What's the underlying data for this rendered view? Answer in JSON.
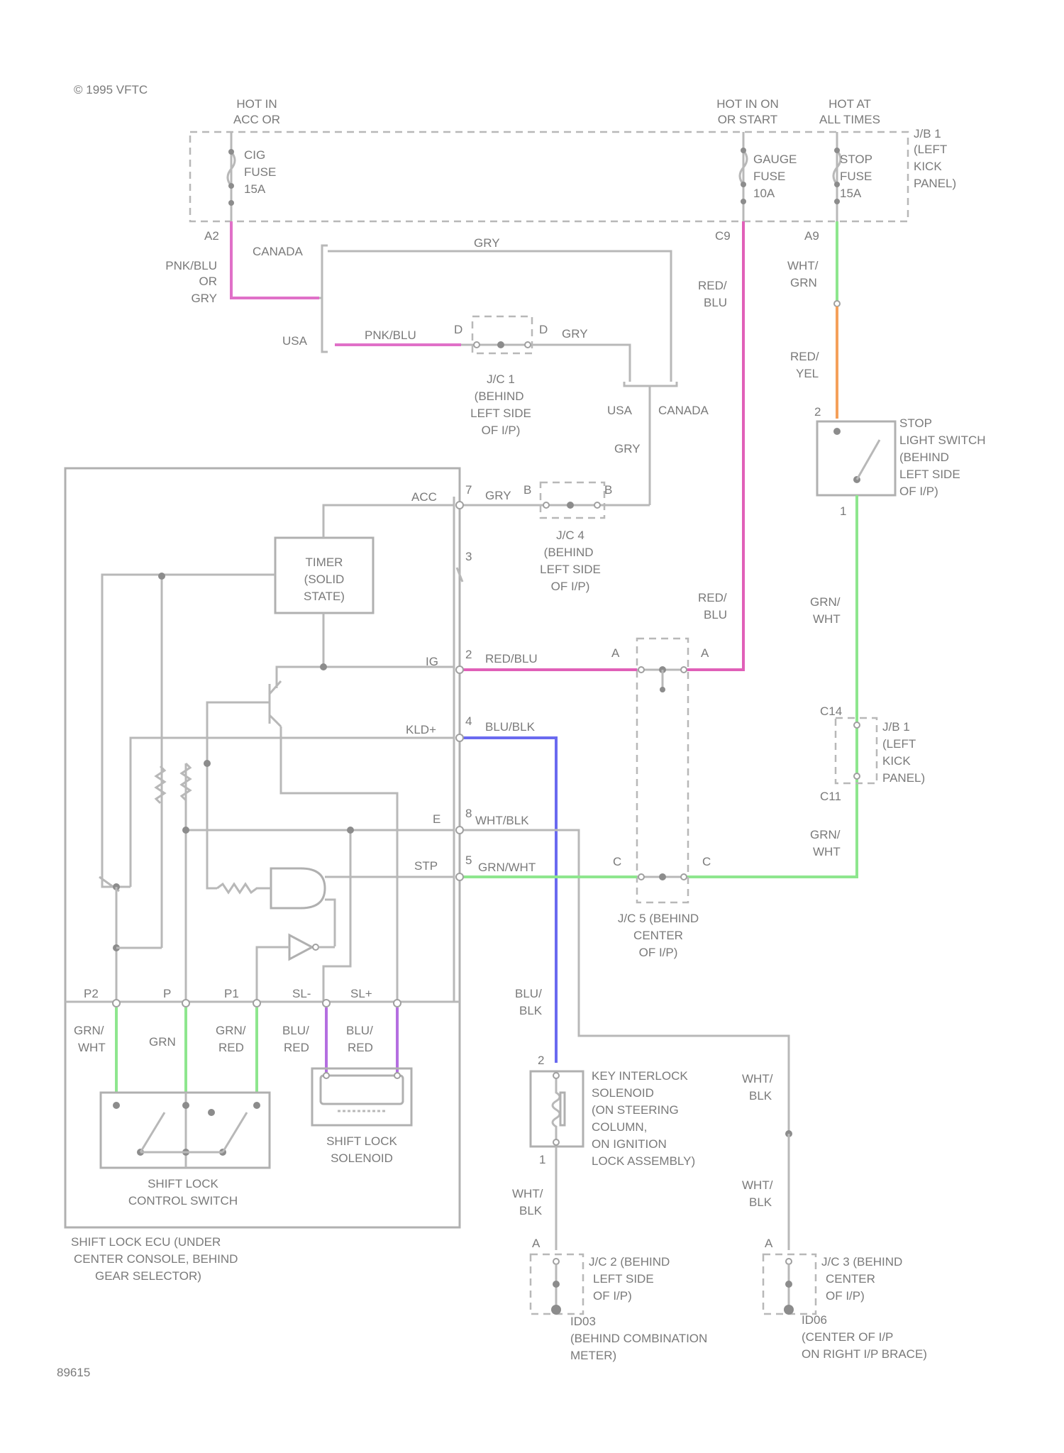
{
  "header": {
    "copyright": "© 1995 VFTC"
  },
  "footer": {
    "figure_id": "89615"
  },
  "colors": {
    "wire": "#b8b8b8",
    "pink": "#e070c8",
    "red_blu": "#e060b8",
    "blu_blk": "#6a6af0",
    "green": "#8ee68e",
    "orange": "#f5a05a",
    "purple": "#b46ee0",
    "text": "#7a7a7a"
  },
  "power": {
    "hot_acc": [
      "HOT IN",
      "ACC OR"
    ],
    "hot_start": [
      "HOT IN ON",
      "OR START"
    ],
    "hot_always": [
      "HOT AT",
      "ALL TIMES"
    ],
    "jb_label": [
      "J/B 1",
      "(LEFT",
      "KICK",
      "PANEL)"
    ],
    "cig_fuse": [
      "CIG",
      "FUSE",
      "15A"
    ],
    "gauge_fuse": [
      "GAUGE",
      "FUSE",
      "10A"
    ],
    "stop_fuse": [
      "STOP",
      "FUSE",
      "15A"
    ],
    "term_a2": "A2",
    "term_c9": "C9",
    "term_a9": "A9"
  },
  "wires": {
    "pnk_blu_or_gry": [
      "PNK/BLU",
      "OR",
      "GRY"
    ],
    "canada": "CANADA",
    "usa": "USA",
    "gry": "GRY",
    "pnk_blu": "PNK/BLU",
    "red_blu": [
      "RED/",
      "BLU"
    ],
    "red_blu_upper": [
      "RED/",
      "BLU"
    ],
    "wht_grn": [
      "WHT/",
      "GRN"
    ],
    "red_yel": [
      "RED/",
      "YEL"
    ],
    "grn_wht": [
      "GRN/",
      "WHT"
    ],
    "grn_wht_lower": [
      "GRN/",
      "WHT"
    ],
    "blu_blk": [
      "BLU/",
      "BLK"
    ],
    "wht_blk_right": [
      "WHT/",
      "BLK"
    ],
    "wht_blk_right2": [
      "WHT/",
      "BLK"
    ],
    "wht_blk_left": [
      "WHT/",
      "BLK"
    ]
  },
  "junctions": {
    "jc1": [
      "J/C 1",
      "(BEHIND",
      "LEFT SIDE",
      "OF I/P)"
    ],
    "jc1_term_d": "D",
    "jc4": [
      "J/C 4",
      "(BEHIND",
      "LEFT SIDE",
      "OF I/P)"
    ],
    "jc4_term_b": "B",
    "jc5": [
      "J/C 5 (BEHIND",
      "CENTER",
      "OF I/P)"
    ],
    "jc5_term_a": "A",
    "jc5_term_c": "C",
    "jb1_lower": [
      "J/B 1",
      "(LEFT",
      "KICK",
      "PANEL)"
    ],
    "jb1_c14": "C14",
    "jb1_c11": "C11",
    "jc2": [
      "J/C 2 (BEHIND",
      "LEFT SIDE",
      "OF I/P)"
    ],
    "jc3": [
      "J/C 3 (BEHIND",
      "CENTER",
      "OF I/P)"
    ],
    "ground_left": [
      "ID03",
      "(BEHIND COMBINATION",
      "METER)"
    ],
    "ground_right": [
      "ID06",
      "(CENTER OF I/P",
      "ON RIGHT I/P BRACE)"
    ],
    "term_a": "A"
  },
  "usa_canada_split": {
    "usa": "USA",
    "canada": "CANADA"
  },
  "stop_switch": {
    "label": [
      "STOP",
      "LIGHT SWITCH",
      "(BEHIND",
      "LEFT SIDE",
      "OF I/P)"
    ],
    "pin_top": "2",
    "pin_bottom": "1"
  },
  "ecu": {
    "label": [
      "SHIFT LOCK ECU (UNDER",
      "CENTER CONSOLE, BEHIND",
      "GEAR SELECTOR)"
    ],
    "timer": [
      "TIMER",
      "(SOLID",
      "STATE)"
    ],
    "pins": [
      {
        "name": "ACC",
        "num": "7",
        "wire": "GRY"
      },
      {
        "name": "IG",
        "num": "2",
        "wire": "RED/BLU"
      },
      {
        "name": "KLD+",
        "num": "4",
        "wire": "BLU/BLK"
      },
      {
        "name": "E",
        "num": "8",
        "wire": "WHT/BLK"
      },
      {
        "name": "STP",
        "num": "5",
        "wire": "GRN/WHT"
      }
    ],
    "aux_pin": "3",
    "bottom_pins": [
      "P2",
      "P",
      "P1",
      "SL-",
      "SL+"
    ],
    "bottom_wires": [
      [
        "GRN/",
        "WHT"
      ],
      [
        "GRN"
      ],
      [
        "GRN/",
        "RED"
      ],
      [
        "BLU/",
        "RED"
      ],
      [
        "BLU/",
        "RED"
      ]
    ],
    "shift_lock_switch": [
      "SHIFT LOCK",
      "CONTROL SWITCH"
    ],
    "shift_lock_solenoid": [
      "SHIFT LOCK",
      "SOLENOID"
    ]
  },
  "key_interlock": {
    "label": [
      "KEY INTERLOCK",
      "SOLENOID",
      "(ON STEERING",
      "COLUMN,",
      "ON IGNITION",
      "LOCK ASSEMBLY)"
    ],
    "pin_top": "2",
    "pin_bottom": "1"
  }
}
